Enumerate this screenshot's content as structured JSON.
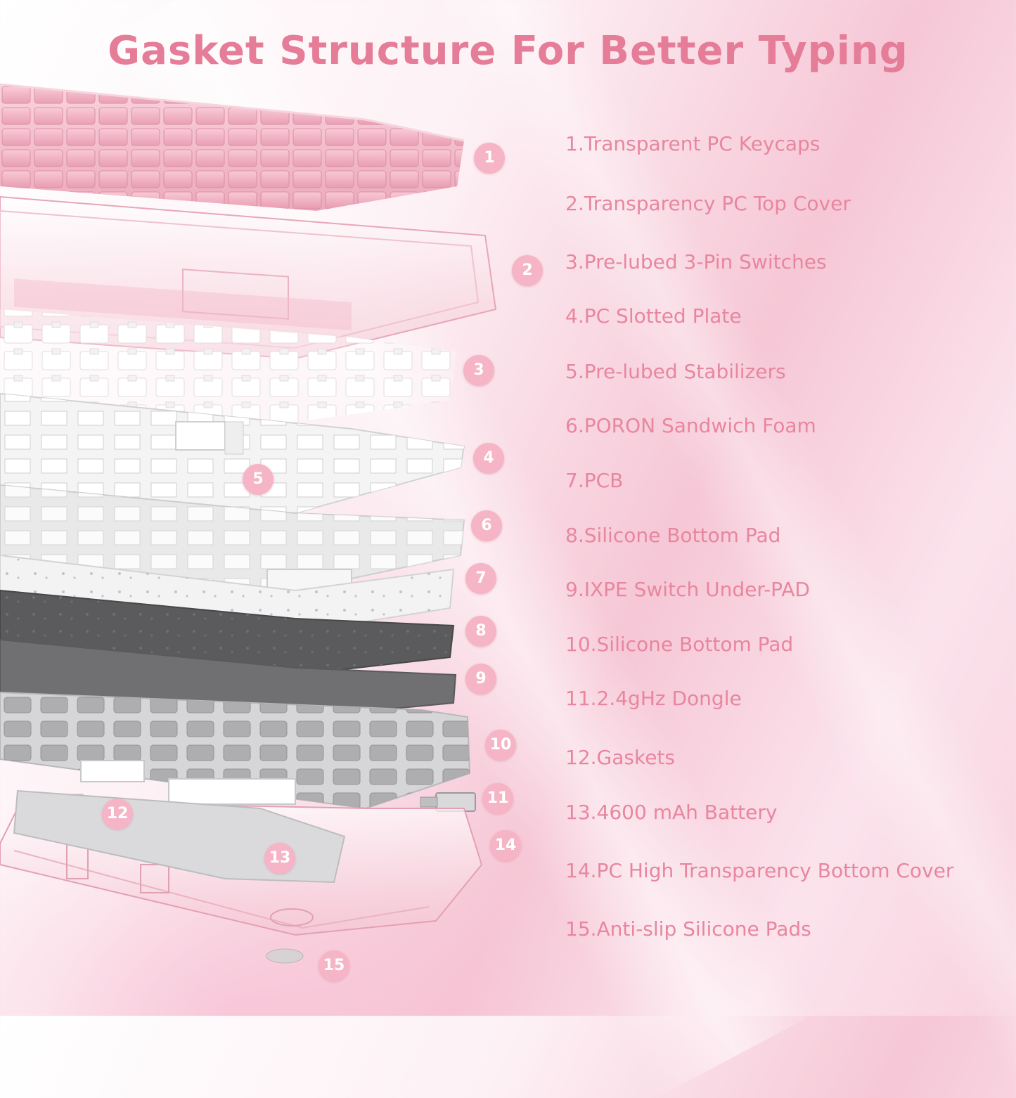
{
  "title": "Gasket Structure For Better Typing",
  "colors": {
    "accent": "#e57c98",
    "badge": "#f6b4c7",
    "label": "#e8869f"
  },
  "markers": [
    "1",
    "2",
    "3",
    "4",
    "5",
    "6",
    "7",
    "8",
    "9",
    "10",
    "11",
    "12",
    "13",
    "14",
    "15"
  ],
  "labels": [
    "1.Transparent PC Keycaps",
    "2.Transparency PC Top Cover",
    "3.Pre-lubed 3-Pin Switches",
    "4.PC Slotted Plate",
    "5.Pre-lubed Stabilizers",
    "6.PORON Sandwich Foam",
    "7.PCB",
    "8.Silicone Bottom Pad",
    "9.IXPE Switch Under-PAD",
    "10.Silicone Bottom Pad",
    "11.2.4gHz Dongle",
    "12.Gaskets",
    "13.4600 mAh Battery",
    "14.PC High Transparency Bottom Cover",
    "15.Anti-slip Silicone Pads"
  ]
}
